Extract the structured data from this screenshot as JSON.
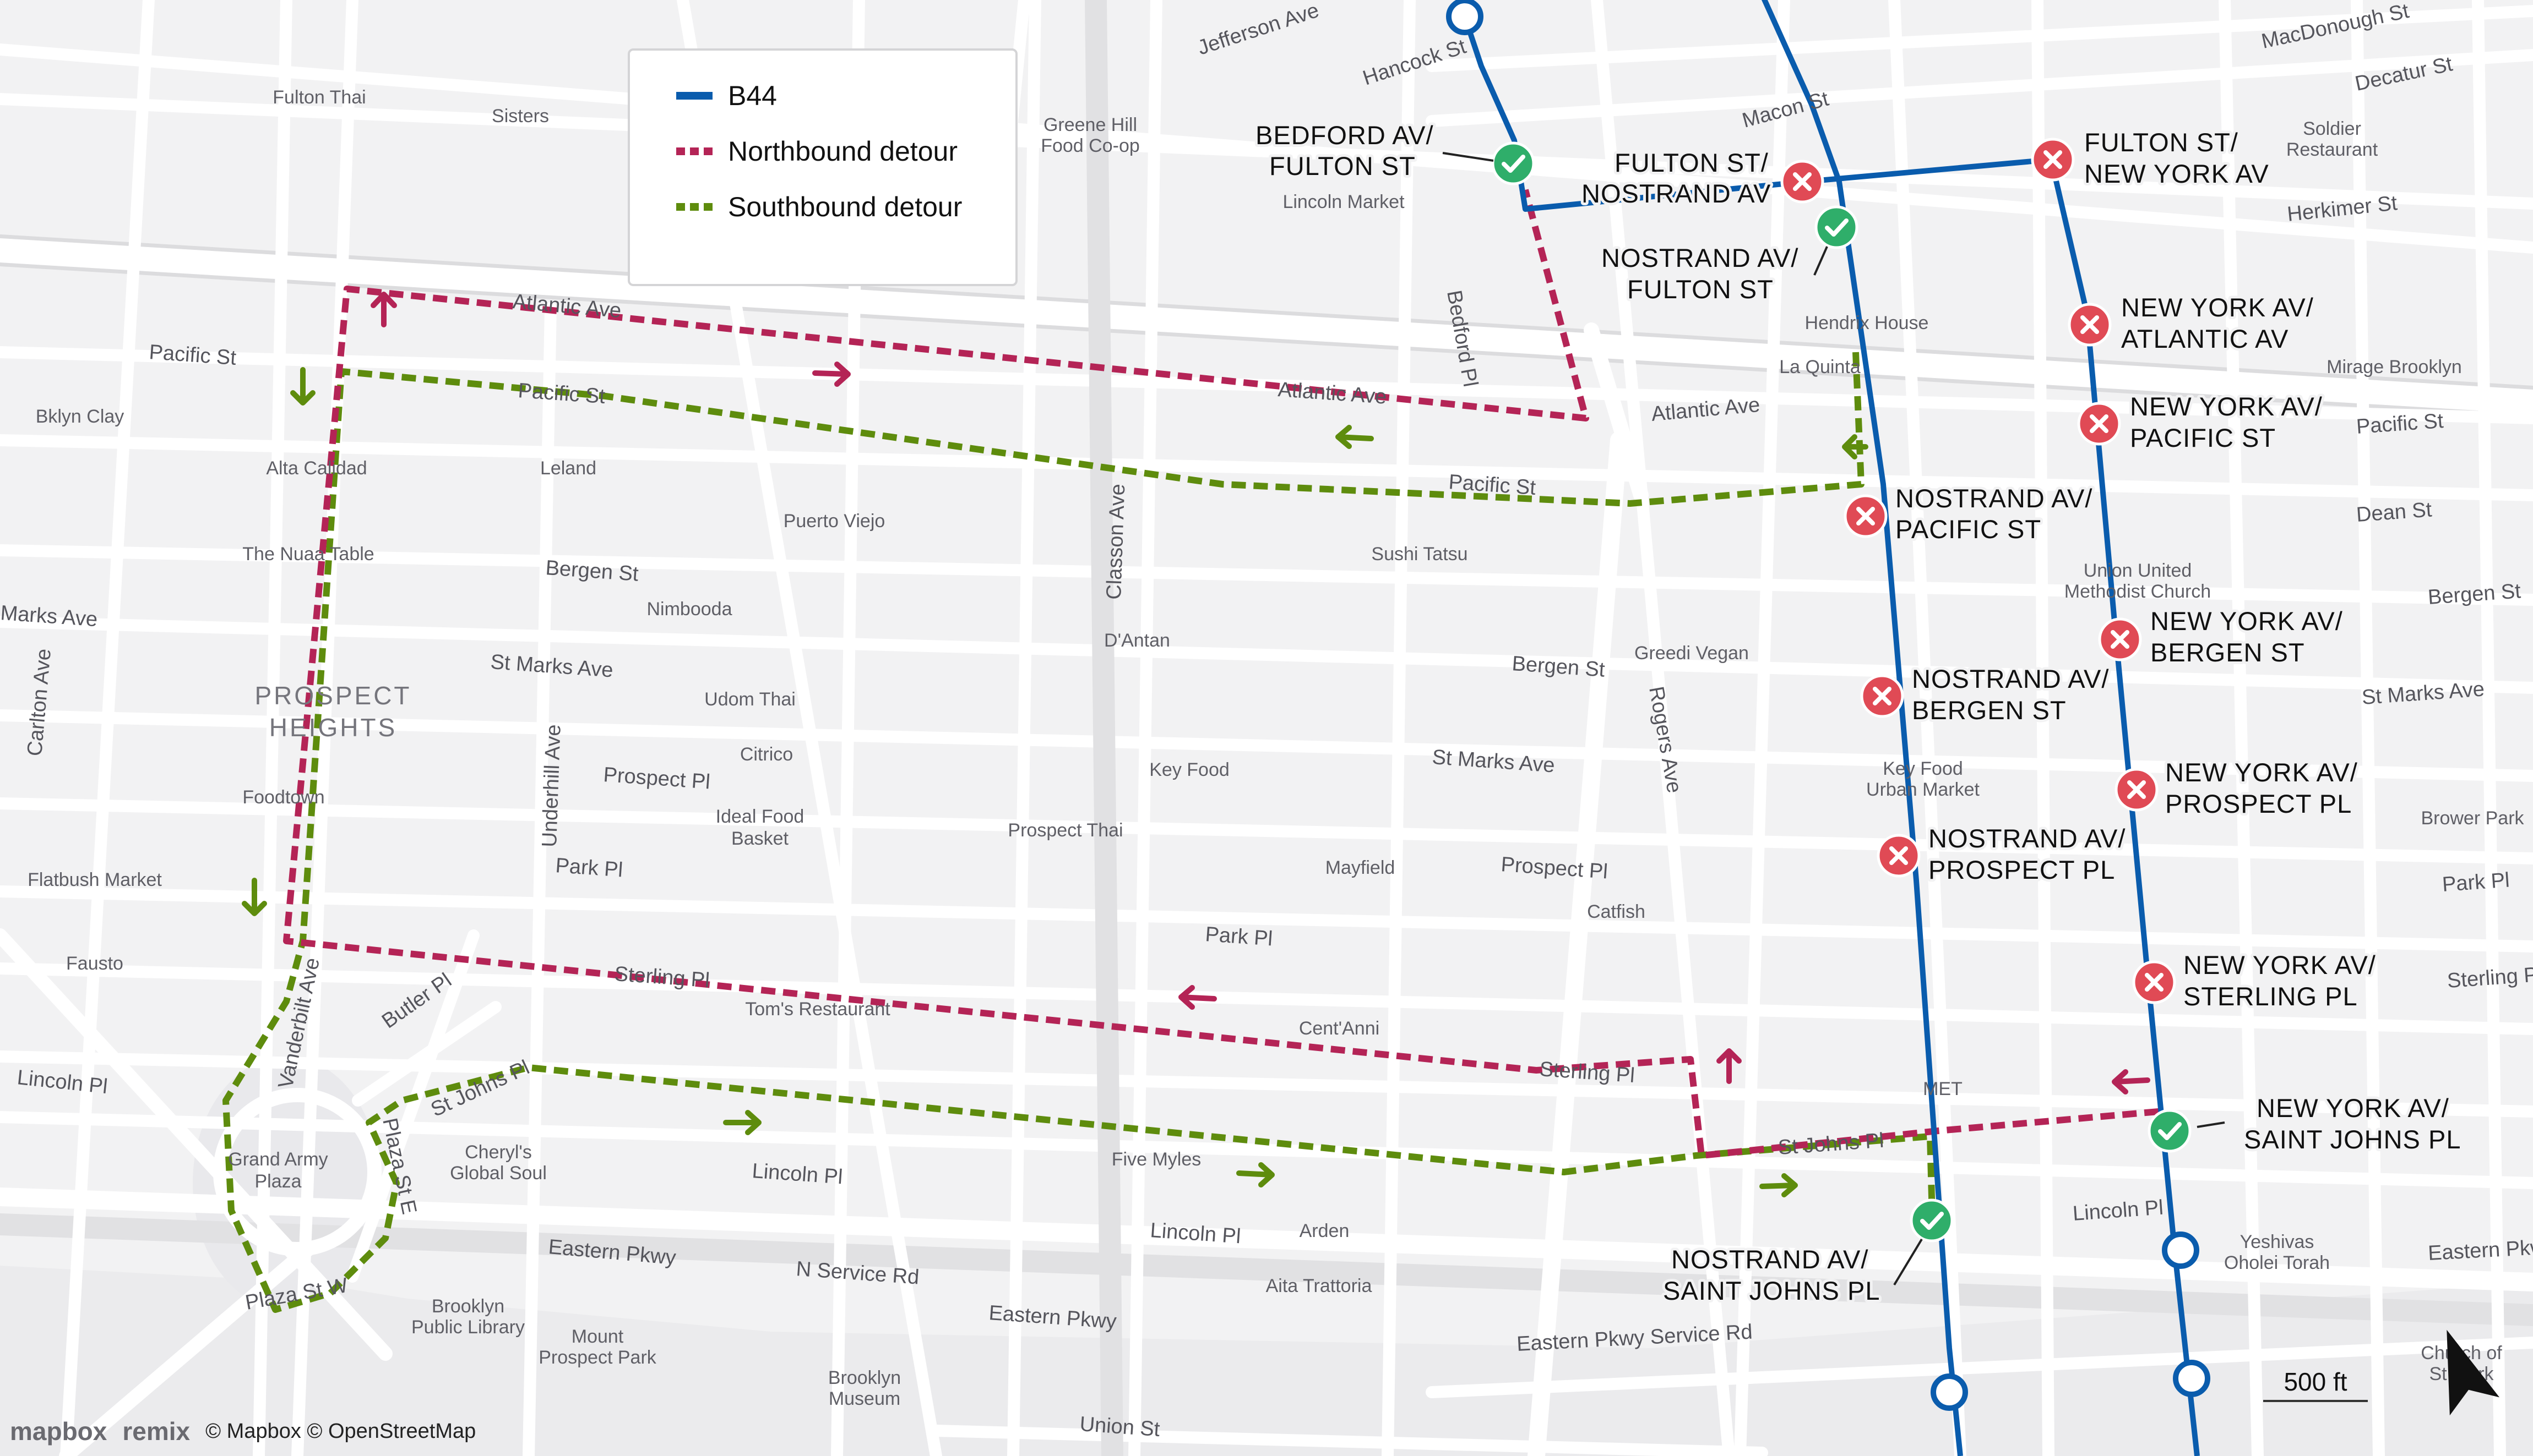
{
  "legend": {
    "route": "B44",
    "northbound": "Northbound detour",
    "southbound": "Southbound detour",
    "colors": {
      "route": "#0a5cad",
      "northbound": "#b42456",
      "southbound": "#5e8c0d"
    }
  },
  "neighborhood": [
    "PROSPECT",
    "HEIGHTS"
  ],
  "streets": {
    "atlantic_ave": "Atlantic Ave",
    "pacific_st": "Pacific St",
    "bergen_st": "Bergen St",
    "st_marks_ave": "St Marks Ave",
    "prospect_pl": "Prospect Pl",
    "park_pl": "Park Pl",
    "sterling_pl": "Sterling Pl",
    "st_johns_pl": "St Johns Pl",
    "lincoln_pl": "Lincoln Pl",
    "eastern_pkwy": "Eastern Pkwy",
    "eastern_pkwy_service_rd": "Eastern Pkwy Service Rd",
    "n_service_rd": "N Service Rd",
    "union_st": "Union St",
    "vanderbilt_ave": "Vanderbilt Ave",
    "underhill_ave": "Underhill Ave",
    "classon_ave": "Classon Ave",
    "rogers_ave": "Rogers Ave",
    "bedford_pl": "Bedford Pl",
    "hancock_st": "Hancock St",
    "jefferson_ave": "Jefferson Ave",
    "macon_st": "Macon St",
    "macdonough_st": "MacDonough St",
    "decatur_st": "Decatur St",
    "herkimer_st": "Herkimer St",
    "dean_st": "Dean St",
    "carlton_ave": "Carlton Ave",
    "butler_pl": "Butler Pl",
    "plaza_st_e": "Plaza St E",
    "plaza_st_w": "Plaza St W",
    "marks_ave_edge": "Marks Ave"
  },
  "places": [
    "Fulton Thai",
    "Sisters",
    "Greene Hill",
    "Food Co-op",
    "Lincoln Market",
    "Bklyn Clay",
    "Alta Calidad",
    "Leland",
    "Puerto Viejo",
    "The Nuaa Table",
    "Nimbooda",
    "Udom Thai",
    "Citrico",
    "Ideal Food",
    "Basket",
    "D'Antan",
    "Key Food",
    "Prospect Thai",
    "Foodtown",
    "Flatbush Market",
    "Fausto",
    "Tom's Restaurant",
    "Cent'Anni",
    "Mayfield",
    "Catfish",
    "Greedi Vegan",
    "Sushi Tatsu",
    "Five Myles",
    "Arden",
    "Aita Trattoria",
    "Cheryl's",
    "Global Soul",
    "Grand Army",
    "Plaza",
    "Brooklyn",
    "Public Library",
    "Mount",
    "Prospect Park",
    "Brooklyn",
    "Museum",
    "Hendrix House",
    "La Quinta",
    "Key Food",
    "Urban Market",
    "MET",
    "Union United",
    "Methodist Church",
    "Soldier",
    "Restaurant",
    "Mirage Brooklyn",
    "Brower Park",
    "Yeshivas",
    "Oholei Torah",
    "Church of",
    "St Mark"
  ],
  "stops": [
    {
      "lines": [
        "BEDFORD AV/",
        "FULTON ST"
      ],
      "status": "active"
    },
    {
      "lines": [
        "FULTON ST/",
        "NOSTRAND AV"
      ],
      "status": "closed"
    },
    {
      "lines": [
        "NOSTRAND AV/",
        "FULTON ST"
      ],
      "status": "active"
    },
    {
      "lines": [
        "FULTON ST/",
        "NEW YORK AV"
      ],
      "status": "closed"
    },
    {
      "lines": [
        "NEW YORK AV/",
        "ATLANTIC AV"
      ],
      "status": "closed"
    },
    {
      "lines": [
        "NEW YORK AV/",
        "PACIFIC ST"
      ],
      "status": "closed"
    },
    {
      "lines": [
        "NOSTRAND AV/",
        "PACIFIC ST"
      ],
      "status": "closed"
    },
    {
      "lines": [
        "NEW YORK AV/",
        "BERGEN ST"
      ],
      "status": "closed"
    },
    {
      "lines": [
        "NOSTRAND AV/",
        "BERGEN ST"
      ],
      "status": "closed"
    },
    {
      "lines": [
        "NEW YORK AV/",
        "PROSPECT PL"
      ],
      "status": "closed"
    },
    {
      "lines": [
        "NOSTRAND AV/",
        "PROSPECT PL"
      ],
      "status": "closed"
    },
    {
      "lines": [
        "NEW YORK AV/",
        "STERLING PL"
      ],
      "status": "closed"
    },
    {
      "lines": [
        "NEW YORK AV/",
        "SAINT JOHNS PL"
      ],
      "status": "active"
    },
    {
      "lines": [
        "NOSTRAND AV/",
        "SAINT JOHNS PL"
      ],
      "status": "active"
    }
  ],
  "scale": "500 ft",
  "attribution": {
    "mapbox": "mapbox",
    "remix": "remix",
    "text": "© Mapbox © OpenStreetMap"
  },
  "icons": [
    "active-stop-check-icon",
    "closed-stop-x-icon",
    "route-terminal-circle-icon",
    "direction-arrow-icon",
    "north-arrow-icon"
  ]
}
